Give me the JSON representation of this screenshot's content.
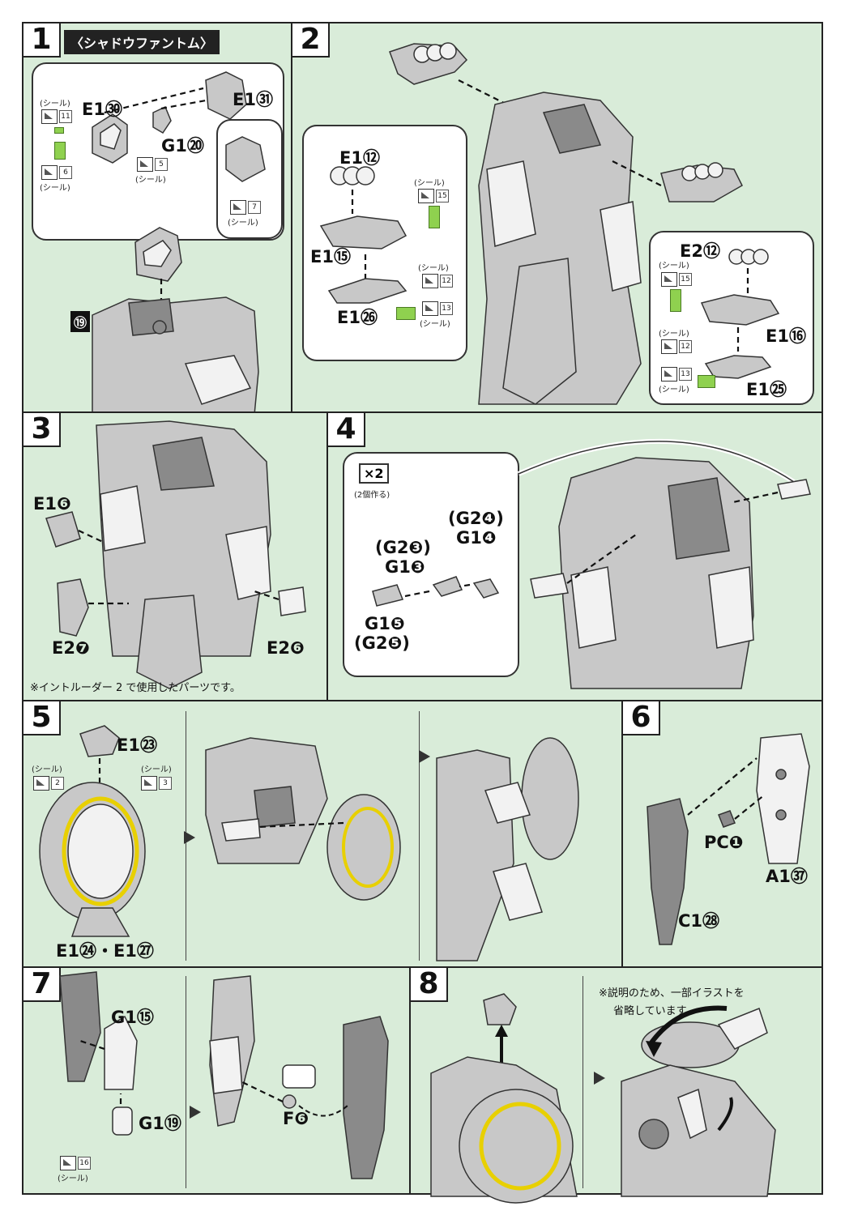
{
  "step1": {
    "number": "1",
    "title": "〈シャドウファントム〉",
    "labels": {
      "e1_30": "E1㉚",
      "e1_31": "E1㉛",
      "g1_20": "G1⑳",
      "ref_19": "⑲"
    },
    "seals": [
      {
        "caption": "(シール)",
        "num": "11"
      },
      {
        "caption": "(シール)",
        "num": "6"
      },
      {
        "caption": "(シール)",
        "num": "5"
      },
      {
        "caption": "(シール)",
        "num": "7"
      }
    ]
  },
  "step2": {
    "number": "2",
    "labels": {
      "e1_12": "E1⑫",
      "e1_15": "E1⑮",
      "e1_26": "E1㉖",
      "e2_12": "E2⑫",
      "e1_16": "E1⑯",
      "e1_25": "E1㉕"
    },
    "seals": [
      {
        "caption": "(シール)",
        "num": "15"
      },
      {
        "caption": "(シール)",
        "num": "12"
      },
      {
        "caption": "(シール)",
        "num": "13"
      },
      {
        "caption": "(シール)",
        "num": "15"
      },
      {
        "caption": "(シール)",
        "num": "12"
      },
      {
        "caption": "(シール)",
        "num": "13"
      }
    ]
  },
  "step3": {
    "number": "3",
    "labels": {
      "e1_6": "E1❻",
      "e2_7": "E2❼",
      "e2_6": "E2❻"
    },
    "note": "※イントルーダー 2 で使用したパーツです。"
  },
  "step4": {
    "number": "4",
    "multiplier": "×2",
    "multiplier_caption": "(2個作る)",
    "labels": {
      "g2_4": "(G2❹)",
      "g1_4": "G1❹",
      "g2_3": "(G2❸)",
      "g1_3": "G1❸",
      "g1_5": "G1❺",
      "g2_5": "(G2❺)"
    }
  },
  "step5": {
    "number": "5",
    "labels": {
      "e1_23": "E1㉓",
      "e1_24_27": "E1㉔・E1㉗"
    },
    "seals": [
      {
        "caption": "(シール)",
        "num": "2"
      },
      {
        "caption": "(シール)",
        "num": "3"
      }
    ]
  },
  "step6": {
    "number": "6",
    "labels": {
      "pc1": "PC❶",
      "a1_37": "A1㊲",
      "c1_28": "C1㉘"
    }
  },
  "step7": {
    "number": "7",
    "labels": {
      "g1_15": "G1⑮",
      "g1_19": "G1⑲",
      "f6": "F❻"
    },
    "seals": [
      {
        "caption": "(シール)",
        "num": "16"
      }
    ]
  },
  "step8": {
    "number": "8",
    "note_line1": "※説明のため、一部イラストを",
    "note_line2": "省略しています。"
  },
  "colors": {
    "panel_bg": "#d9ecd9",
    "seal_green": "#8fd14f",
    "shield_ring": "#e8d000",
    "border": "#222222"
  }
}
